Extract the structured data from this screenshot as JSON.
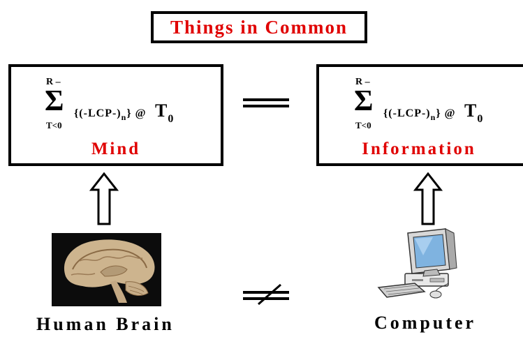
{
  "title": "Things in Common",
  "formula": {
    "upper_limit": "R –",
    "sigma": "Σ",
    "lower_limit": "T<0",
    "expr_open": "{(-LCP-)",
    "expr_sub": "n",
    "expr_close": "} @",
    "t_symbol": "T",
    "t_sub": "0"
  },
  "left_box": {
    "label": "Mind"
  },
  "right_box": {
    "label": "Information"
  },
  "captions": {
    "brain": "Human Brain",
    "computer": "Computer"
  },
  "colors": {
    "accent_red": "#e00000",
    "ink": "#000000"
  },
  "icons": {
    "equals": "equals-icon",
    "not_equals": "not-equals-icon",
    "arrows": "hollow-up-arrow-icon"
  }
}
